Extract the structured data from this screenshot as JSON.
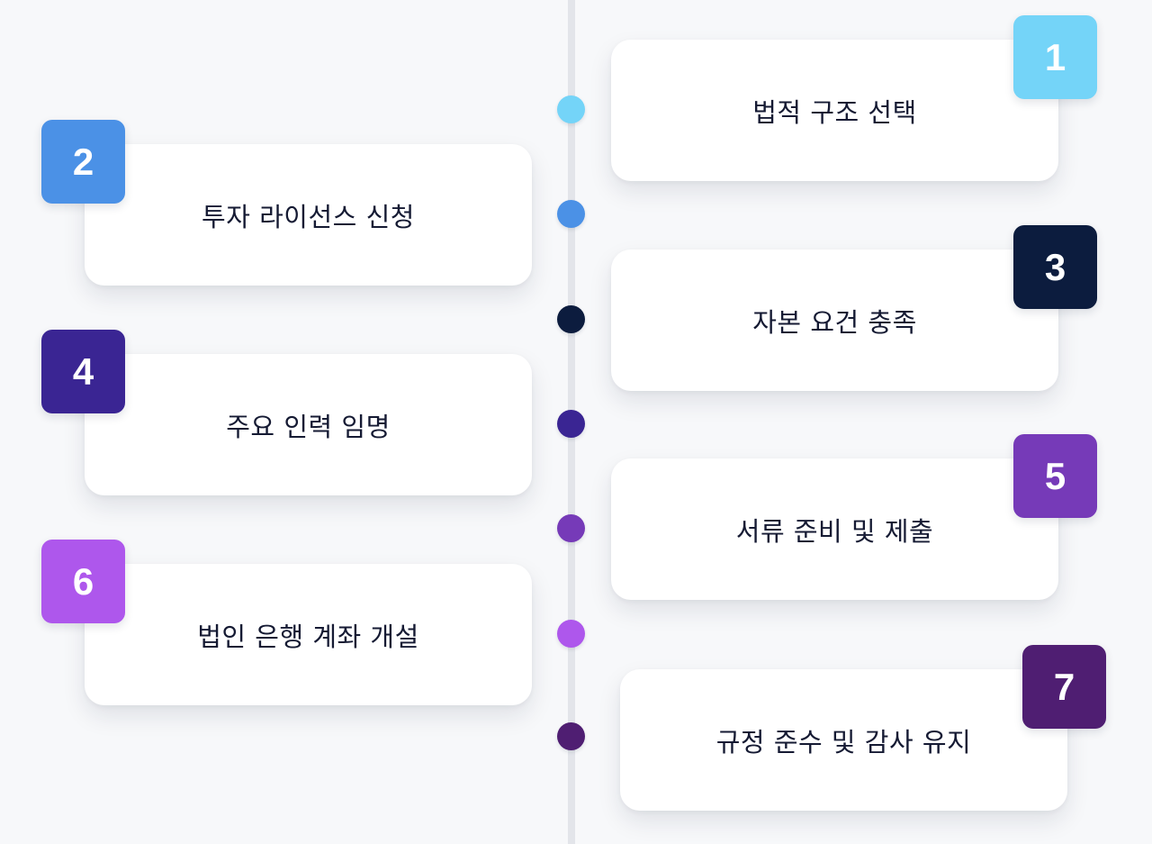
{
  "steps": [
    {
      "number": "1",
      "label": "법적 구조 선택",
      "color": "#74d4f8"
    },
    {
      "number": "2",
      "label": "투자 라이선스 신청",
      "color": "#4b91e6"
    },
    {
      "number": "3",
      "label": "자본 요건 충족",
      "color": "#0c1c3e"
    },
    {
      "number": "4",
      "label": "주요 인력 임명",
      "color": "#3a2593"
    },
    {
      "number": "5",
      "label": "서류 준비 및 제출",
      "color": "#763ab8"
    },
    {
      "number": "6",
      "label": "법인 은행 계좌 개설",
      "color": "#ae57ec"
    },
    {
      "number": "7",
      "label": "규정 준수 및 감사 유지",
      "color": "#4f1e72"
    }
  ]
}
